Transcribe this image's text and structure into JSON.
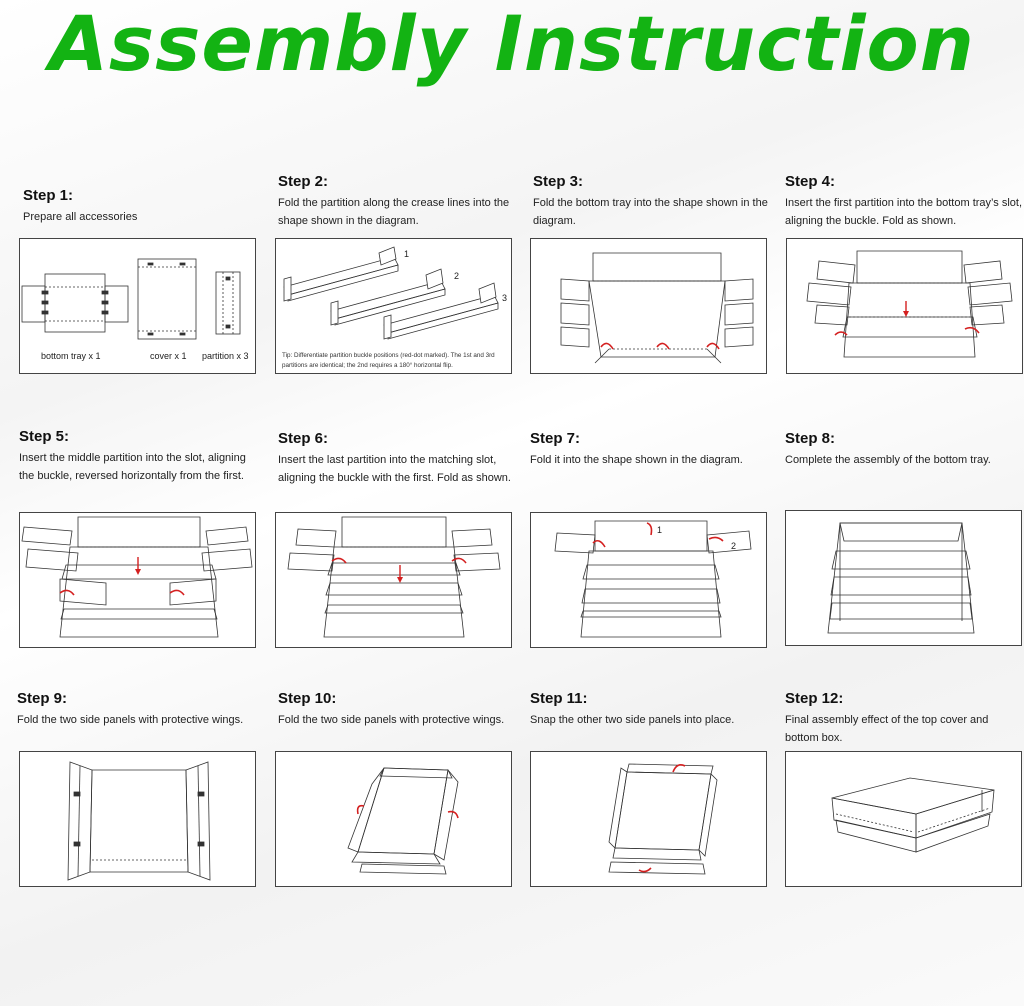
{
  "title": "Assembly Instruction",
  "colors": {
    "title": "#13b313",
    "arrow": "#d42020"
  },
  "steps": [
    {
      "heading": "Step 1:",
      "text": "Prepare all accessories",
      "labels": {
        "tray": "bottom tray x 1",
        "cover": "cover x 1",
        "partition": "partition x 3"
      }
    },
    {
      "heading": "Step 2:",
      "text": "Fold the partition along the crease lines into the shape shown in the diagram.",
      "numbers": [
        "1",
        "2",
        "3"
      ],
      "tip": "Tip: Differentiate partition buckle positions (red-dot marked). The 1st and 3rd partitions are identical; the 2nd requires a 180° horizontal flip."
    },
    {
      "heading": "Step 3:",
      "text": "Fold the bottom tray into the shape shown in the diagram."
    },
    {
      "heading": "Step 4:",
      "text": "Insert the first partition into the bottom tray’s slot, aligning the buckle. Fold as shown."
    },
    {
      "heading": "Step 5:",
      "text": "Insert the middle partition into the slot, aligning the buckle, reversed horizontally from the first."
    },
    {
      "heading": "Step 6:",
      "text": "Insert the last partition into the matching slot, aligning the buckle with the first. Fold as shown."
    },
    {
      "heading": "Step 7:",
      "text": "Fold it into the shape shown in the diagram.",
      "numbers": [
        "1",
        "2"
      ]
    },
    {
      "heading": "Step 8:",
      "text": "Complete the assembly of the bottom tray."
    },
    {
      "heading": "Step 9:",
      "text": "Fold the two side panels with protective wings."
    },
    {
      "heading": "Step 10:",
      "text": "Fold the two side panels with protective wings."
    },
    {
      "heading": "Step 11:",
      "text": "Snap the other two side panels into place."
    },
    {
      "heading": "Step 12:",
      "text": "Final assembly effect of the top cover and bottom box."
    }
  ]
}
